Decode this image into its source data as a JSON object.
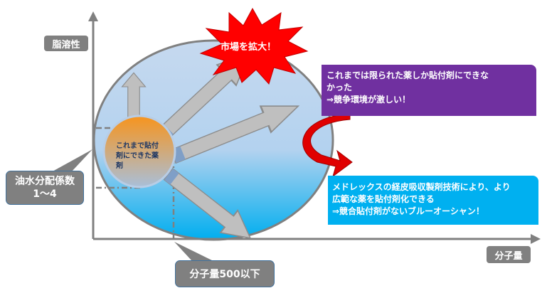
{
  "axes": {
    "y_label": "脂溶性",
    "x_label": "分子量"
  },
  "starburst": {
    "text": "市場を拡大！",
    "color": "#ff0000"
  },
  "inner_circle": {
    "text": "これまで貼付剤にできた薬剤"
  },
  "callout_partition": {
    "line1": "油水分配係数",
    "line2": "1～4"
  },
  "callout_weight": {
    "text": "分子量500以下"
  },
  "purple_box": {
    "line1": "これまでは限られた薬しか貼付剤にできな",
    "line2": "かった",
    "line3": "⇒競争環境が激しい！",
    "color": "#7030a0"
  },
  "blue_box": {
    "line1": "メドレックスの経皮吸収製剤技術により、より",
    "line2": "広範な薬を貼付剤化できる",
    "line3": "⇒競合貼付剤がないブルーオーシャン！",
    "color": "#00b0f0"
  }
}
